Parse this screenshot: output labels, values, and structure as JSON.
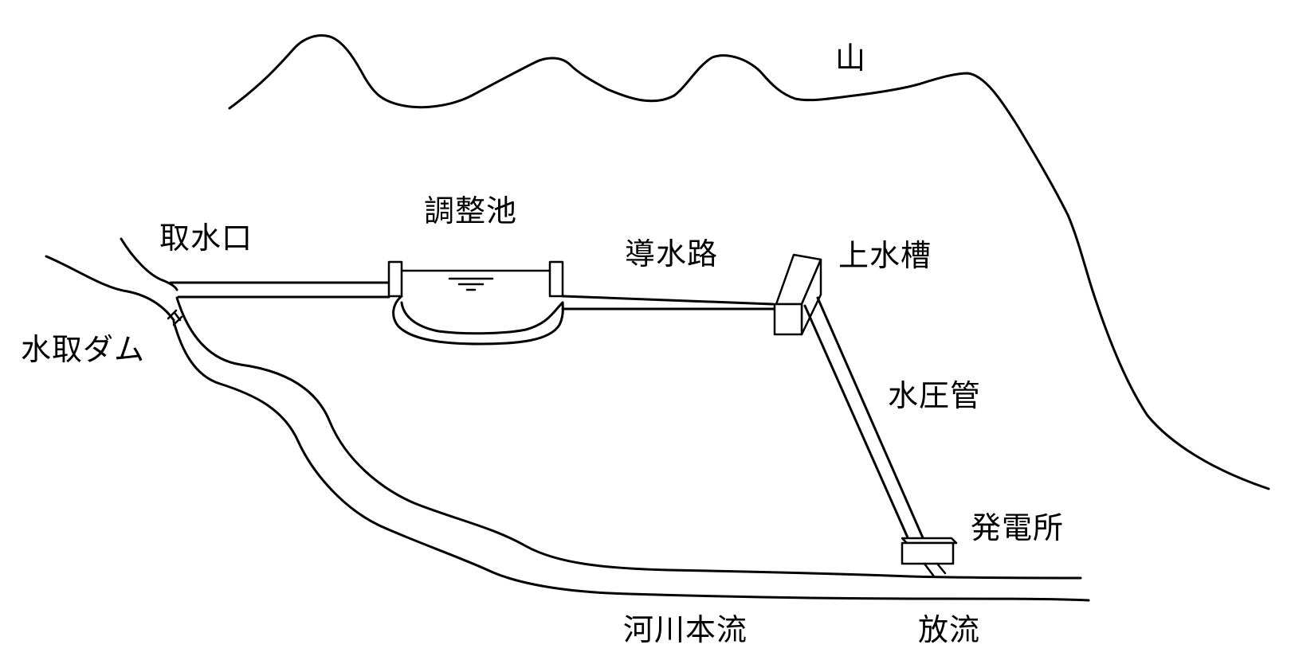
{
  "labels": {
    "mountain": "山",
    "intake": "取水口",
    "regulating_pond": "調整池",
    "headrace": "導水路",
    "head_tank": "上水槽",
    "intake_dam": "水取ダム",
    "penstock": "水圧管",
    "power_station": "発電所",
    "main_river": "河川本流",
    "discharge": "放流"
  },
  "colors": {
    "line": "#000000",
    "background": "#ffffff"
  }
}
